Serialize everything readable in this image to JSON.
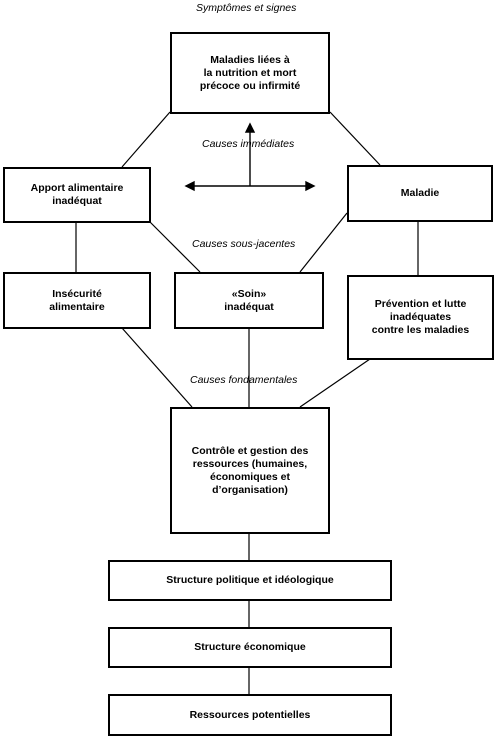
{
  "labels": {
    "symptoms": "Symptômes et signes",
    "immediate": "Causes immédiates",
    "underlying": "Causes sous-jacentes",
    "basic": "Causes fondamentales"
  },
  "boxes": {
    "malnutrition": "Maladies liées à\nla nutrition et mort\nprécoce ou infirmité",
    "food_intake": "Apport alimentaire\ninadéquat",
    "disease": "Maladie",
    "food_insecurity": "Insécurité\nalimentaire",
    "care": "«Soin»\ninadéquat",
    "prevention": "Prévention et lutte\ninadéquates\ncontre les maladies",
    "resources_control": "Contrôle et gestion des\nressources (humaines,\néconomiques et\nd’organisation)",
    "political": "Structure politique et idéologique",
    "economic": "Structure économique",
    "potential": "Ressources potentielles"
  }
}
